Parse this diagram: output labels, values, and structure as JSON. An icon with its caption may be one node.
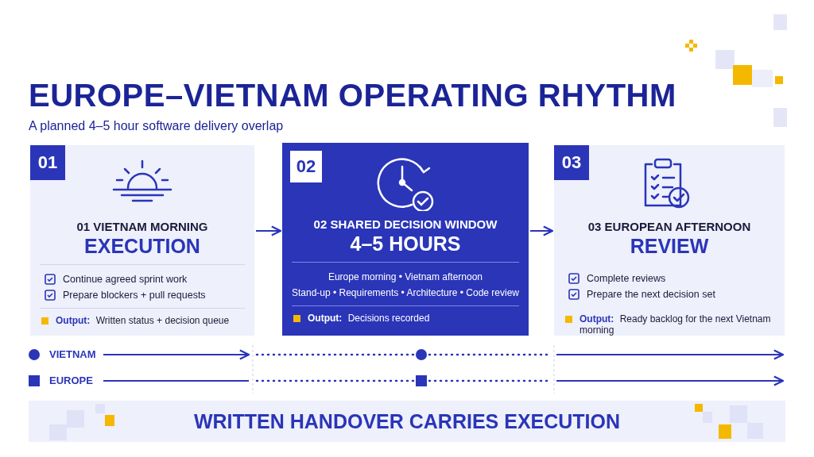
{
  "diagram": {
    "title": "EUROPE–VIETNAM OPERATING RHYTHM",
    "nodes": [
      {
        "text": [
          "01 VIETNAM MORNING",
          "EXECUTION",
          "Continue agreed sprint work",
          "Prepare blockers + pull requests",
          "**Output:** Written status + decision queue"
        ]
      },
      {
        "text": [
          "01"
        ],
        "in": 0
      },
      {
        "text": [
          "02 SHARED DECISION WINDOW",
          "4–5 HOURS",
          "Europe morning • Vietnam afternoon",
          "Stand-up • Requirements • Architecture • Code review",
          "**Output:** Decisions recorded"
        ]
      },
      {
        "text": [
          "02"
        ],
        "in": 2
      },
      {
        "text": [
          "03 EUROPEAN AFTERNOON",
          "REVIEW",
          "Complete reviews",
          "Prepare the next decision set",
          "**Output:** Ready backlog for the next Vietnam morning"
        ]
      },
      {
        "text": [
          "03"
        ],
        "in": 4
      },
      {
        "text": [
          "WRITTEN HANDOVER CARRIES EXECUTION"
        ]
      }
    ],
    "edges": [
      {
        "from": 0,
        "to": 2,
        "arrow": "to"
      },
      {
        "from": 2,
        "to": 4,
        "arrow": "to"
      }
    ],
    "labels": [
      "A planned 4–5 hour software delivery overlap"
    ],
    "legend": [
      {
        "text": "VIETNAM"
      },
      {
        "text": "EUROPE"
      }
    ]
  }
}
